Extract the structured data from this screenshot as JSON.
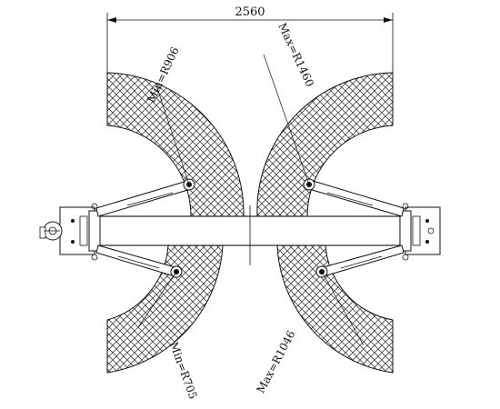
{
  "dimensions": {
    "overall_width": "2560",
    "radius_upper_left": "Min=R906",
    "radius_upper_right": "Max=R1460",
    "radius_lower_left": "Min=R705",
    "radius_lower_right": "Max=R1046"
  },
  "colors": {
    "line": "#111111",
    "hatch": "#444444",
    "background": "#ffffff"
  }
}
